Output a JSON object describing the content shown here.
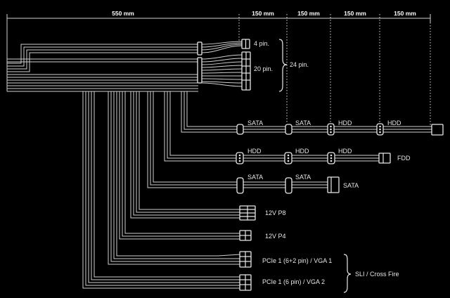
{
  "dimensions": {
    "main_length": "550 mm",
    "segments": [
      "150 mm",
      "150 mm",
      "150 mm",
      "150 mm"
    ]
  },
  "atx": {
    "pin4": "4 pin.",
    "pin20": "20 pin.",
    "pin24": "24 pin."
  },
  "cable1": {
    "connectors": [
      "SATA",
      "SATA",
      "HDD",
      "HDD"
    ]
  },
  "cable2": {
    "connectors": [
      "HDD",
      "HDD",
      "HDD"
    ],
    "end": "FDD"
  },
  "cable3": {
    "connectors": [
      "SATA",
      "SATA"
    ],
    "end": "SATA"
  },
  "p8": "12V P8",
  "p4": "12V P4",
  "pcie1": "PCIe 1 (6+2 pin) / VGA 1",
  "pcie2": "PCIe 1 (6 pin) / VGA 2",
  "sli": "SLI / Cross Fire"
}
